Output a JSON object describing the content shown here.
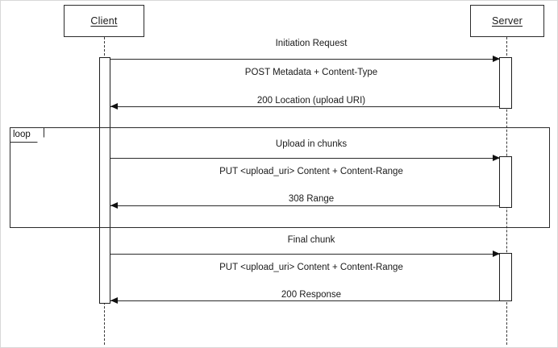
{
  "diagram": {
    "type": "uml-sequence-diagram",
    "participants": [
      {
        "id": "client",
        "label": "Client"
      },
      {
        "id": "server",
        "label": "Server"
      }
    ],
    "fragments": [
      {
        "id": "loop-fragment",
        "operator": "loop"
      }
    ],
    "groups": [
      {
        "id": "initiation",
        "title": "Initiation Request",
        "messages": [
          {
            "id": "post-metadata",
            "label": "POST Metadata + Content-Type",
            "direction": "client-to-server"
          },
          {
            "id": "200-location",
            "label": "200 Location (upload URI)",
            "direction": "server-to-client"
          }
        ]
      },
      {
        "id": "upload-chunks",
        "title": "Upload in chunks",
        "messages": [
          {
            "id": "put-chunk",
            "label": "PUT <upload_uri> Content + Content-Range",
            "direction": "client-to-server"
          },
          {
            "id": "308-range",
            "label": "308 Range",
            "direction": "server-to-client"
          }
        ]
      },
      {
        "id": "final-chunk",
        "title": "Final chunk",
        "messages": [
          {
            "id": "put-final-chunk",
            "label": "PUT <upload_uri> Content + Content-Range",
            "direction": "client-to-server"
          },
          {
            "id": "200-response",
            "label": "200 Response",
            "direction": "server-to-client"
          }
        ]
      }
    ]
  },
  "colors": {
    "stroke": "#2a2a2a",
    "text": "#1a1a1a",
    "background": "#ffffff",
    "page_border": "#d8d8d8"
  }
}
